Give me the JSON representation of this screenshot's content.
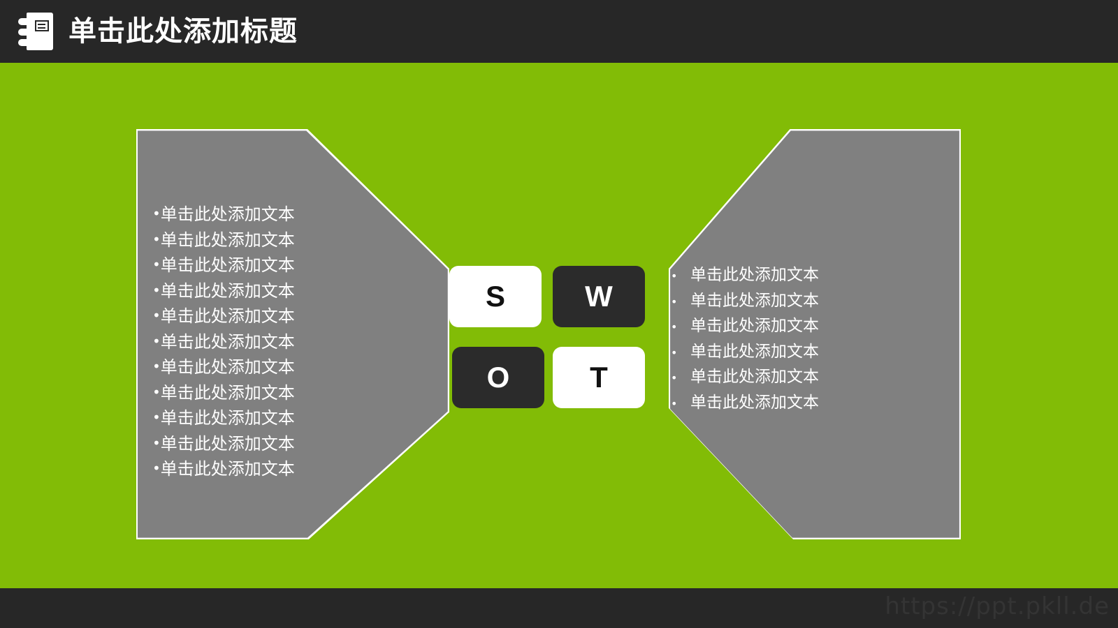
{
  "header": {
    "icon": "notebook-icon",
    "title": "单击此处添加标题",
    "background": "#272727",
    "text_color": "#ffffff"
  },
  "theme": {
    "accent_green": "#82bc06",
    "panel_gray": "#808080",
    "dark": "#272727",
    "white": "#ffffff"
  },
  "left_panel": {
    "lines": [
      "单击此处添加文本",
      "单击此处添加文本",
      "单击此处添加文本",
      "单击此处添加文本",
      "单击此处添加文本",
      "单击此处添加文本",
      "单击此处添加文本",
      "单击此处添加文本",
      "单击此处添加文本",
      "单击此处添加文本",
      "单击此处添加文本"
    ],
    "bullet": "•"
  },
  "right_panel": {
    "lines": [
      "单击此处添加文本",
      "单击此处添加文本",
      "单击此处添加文本",
      "单击此处添加文本",
      "单击此处添加文本",
      "单击此处添加文本"
    ],
    "bullet": "•"
  },
  "swot": {
    "s": "S",
    "w": "W",
    "o": "O",
    "t": "T"
  },
  "footer": {
    "watermark": "https://ppt.pkll.de"
  }
}
